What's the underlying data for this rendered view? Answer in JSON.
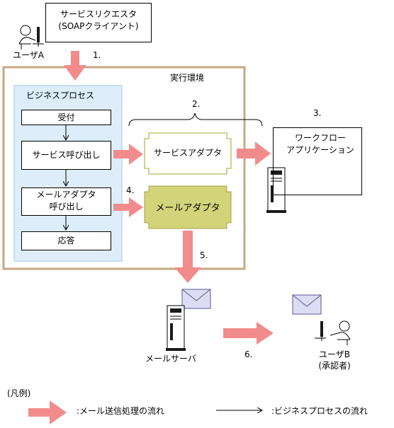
{
  "requester": {
    "line1": "サービスリクエスタ",
    "line2": "(SOAPクライアント)"
  },
  "user_a": "ユーザA",
  "user_b": {
    "line1": "ユーザB",
    "line2": "(承認者)"
  },
  "env_label": "実行環境",
  "bp_title": "ビジネスプロセス",
  "bp_steps": [
    "受付",
    "サービス呼び出し",
    "メールアダプタ\n呼び出し",
    "応答"
  ],
  "bp_step3_line1": "メールアダプタ",
  "bp_step3_line2": "呼び出し",
  "service_adapter": "サービスアダプタ",
  "mail_adapter": "メールアダプタ",
  "workflow": {
    "line1": "ワークフロー",
    "line2": "アプリケーション"
  },
  "mail_server": "メールサーバ",
  "step_numbers": [
    "1.",
    "2.",
    "3.",
    "4.",
    "5.",
    "6."
  ],
  "legend": {
    "title": "(凡例)",
    "mail_flow": ":メール送信処理の流れ",
    "bp_flow": ":ビジネスプロセスの流れ"
  },
  "colors": {
    "pink_arrow": "#f28c8c",
    "env_border": "#c8a882",
    "bp_fill": "#ddeefa",
    "bp_border": "#9cc4e4",
    "service_adapter_border": "#b9c86c",
    "mail_adapter_fill": "#d3d37a",
    "envelope_fill": "#dcdcf4",
    "envelope_border": "#5a5a9c"
  }
}
